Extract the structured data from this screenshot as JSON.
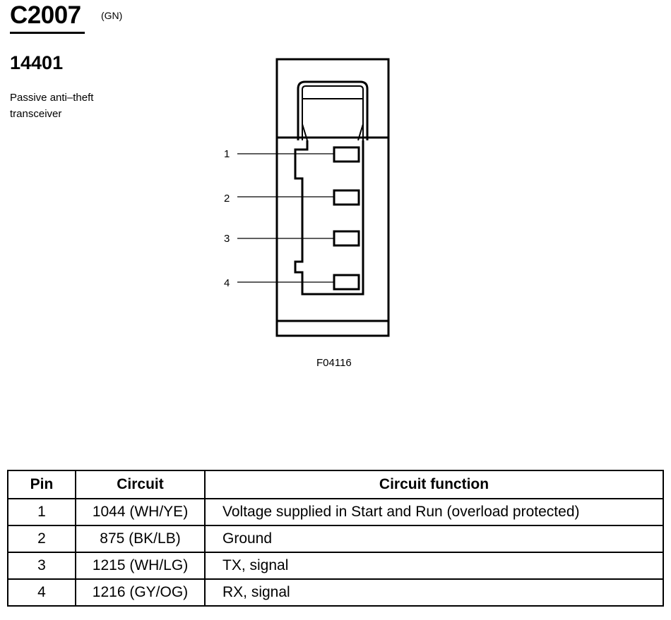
{
  "connector": {
    "id": "C2007",
    "color_code": "(GN)",
    "part_number": "14401",
    "description_lines": [
      "Passive anti–theft",
      "transceiver"
    ],
    "figure_id": "F04116",
    "pin_callouts": [
      "1",
      "2",
      "3",
      "4"
    ]
  },
  "table": {
    "headers": [
      "Pin",
      "Circuit",
      "Circuit function"
    ],
    "rows": [
      {
        "pin": "1",
        "circuit": "1044 (WH/YE)",
        "function": "Voltage supplied in Start and Run (overload protected)"
      },
      {
        "pin": "2",
        "circuit": "875 (BK/LB)",
        "function": "Ground"
      },
      {
        "pin": "3",
        "circuit": "1215 (WH/LG)",
        "function": "TX, signal"
      },
      {
        "pin": "4",
        "circuit": "1216 (GY/OG)",
        "function": "RX, signal"
      }
    ]
  }
}
